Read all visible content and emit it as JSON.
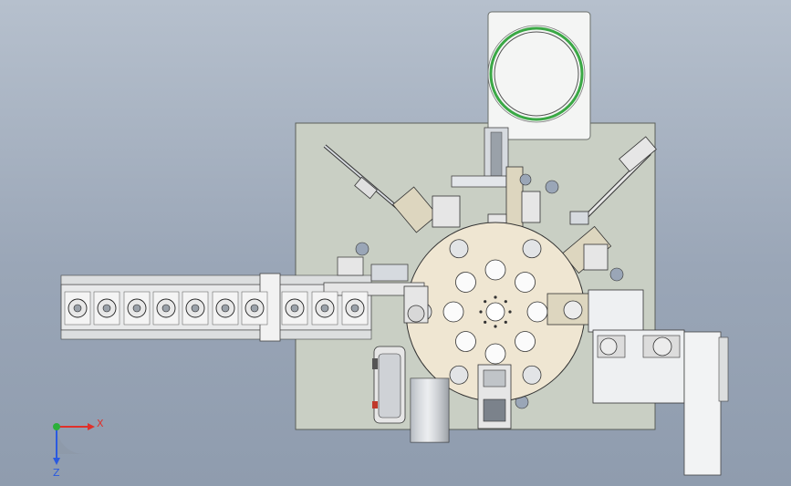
{
  "viewport": {
    "axis_triad": {
      "x_label": "X",
      "z_label": "Z"
    },
    "colors": {
      "plate": "#c9cfc4",
      "plate_edge": "#5a5f5a",
      "turntable": "#efe6d2",
      "metal": "#d6dadf",
      "metal_dark": "#7b828b",
      "green_ring": "#3aa845",
      "axis_x": "#e0302a",
      "axis_y": "#2ab03a",
      "axis_z": "#2a5ae0"
    },
    "feeder_slots": 10,
    "turntable_holes": 8,
    "turntable_fixtures": 6
  }
}
